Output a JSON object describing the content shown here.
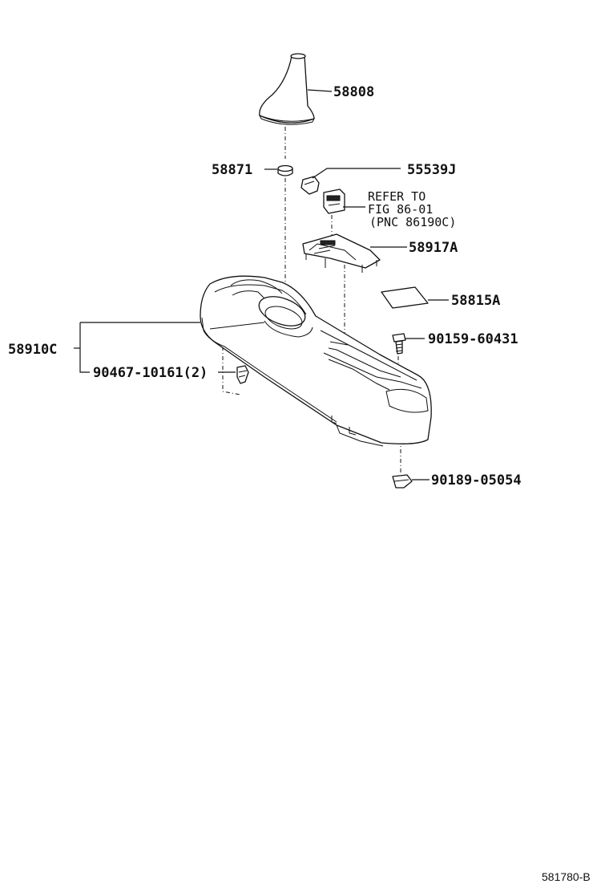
{
  "parts": {
    "shift_boot": "58808",
    "boot_ring": "58871",
    "cover_top": "55539J",
    "refer_line1": "REFER TO",
    "refer_line2": "FIG 86-01",
    "refer_line3": "(PNC 86190C)",
    "indicator_housing": "58917A",
    "pad": "58815A",
    "screw": "90159-60431",
    "console_box": "58910C",
    "clip_left": "90467-10161(2)",
    "clip_bottom": "90189-05054"
  },
  "figure_id": "581780-B"
}
